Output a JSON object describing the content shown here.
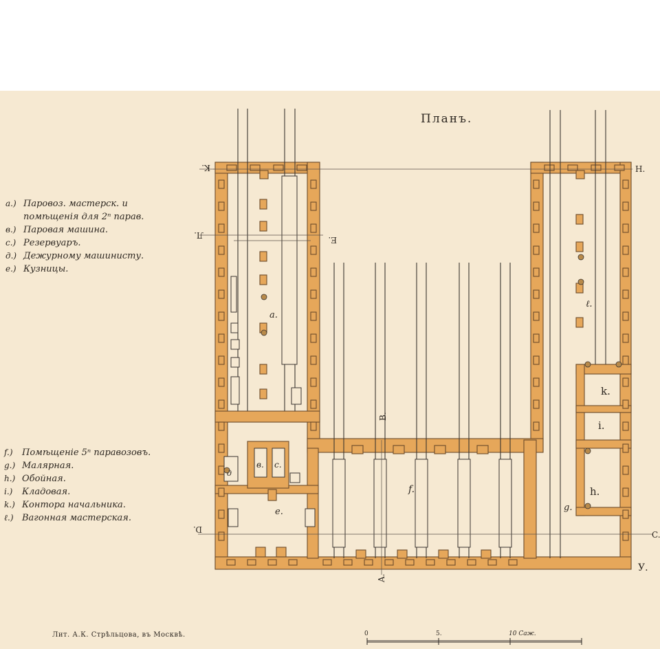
{
  "title": "Планъ.",
  "legend_top": [
    {
      "key": "a.)",
      "text": "Паровоз. мастерск. и"
    },
    {
      "key": "",
      "text": "помѣщенія для 2ⁿ парав."
    },
    {
      "key": "в.)",
      "text": "Паровая машина."
    },
    {
      "key": "c.)",
      "text": "Резервуаръ."
    },
    {
      "key": "д.)",
      "text": "Дежурному машинисту."
    },
    {
      "key": "e.)",
      "text": "Кузницы."
    }
  ],
  "legend_bottom": [
    {
      "key": "f.)",
      "text": "Помѣщеніе 5ⁿ паравозовъ."
    },
    {
      "key": "g.)",
      "text": "Малярная."
    },
    {
      "key": "h.)",
      "text": "Обойная."
    },
    {
      "key": "i.)",
      "text": "Кладовая."
    },
    {
      "key": "k.)",
      "text": "Контора начальника."
    },
    {
      "key": "ℓ.)",
      "text": "Вагонная мастерская."
    }
  ],
  "room_labels": {
    "a": "a.",
    "b": "в.",
    "c": "c.",
    "d": "д",
    "e": "e.",
    "f": "f.",
    "g": "g.",
    "h": "h.",
    "i": "i.",
    "k": "k.",
    "l": "ℓ."
  },
  "section_marks": {
    "K_top_left": "K.",
    "H_top_right": "H.",
    "L_left": "Л.",
    "E_right": "E.",
    "B_mid": "B.",
    "D_left": "D.",
    "C_right": "C.",
    "A_bottom": "A.",
    "Y_bottom_right": "У."
  },
  "imprint": "Лит. А.К. Стрѣльцова, въ Москвѣ.",
  "scale": {
    "ticks": [
      "0",
      "5.",
      "10 Саж."
    ]
  },
  "colors": {
    "paper": "#f6e9d2",
    "wall": "#e6a75a",
    "ink": "#2c2620"
  }
}
